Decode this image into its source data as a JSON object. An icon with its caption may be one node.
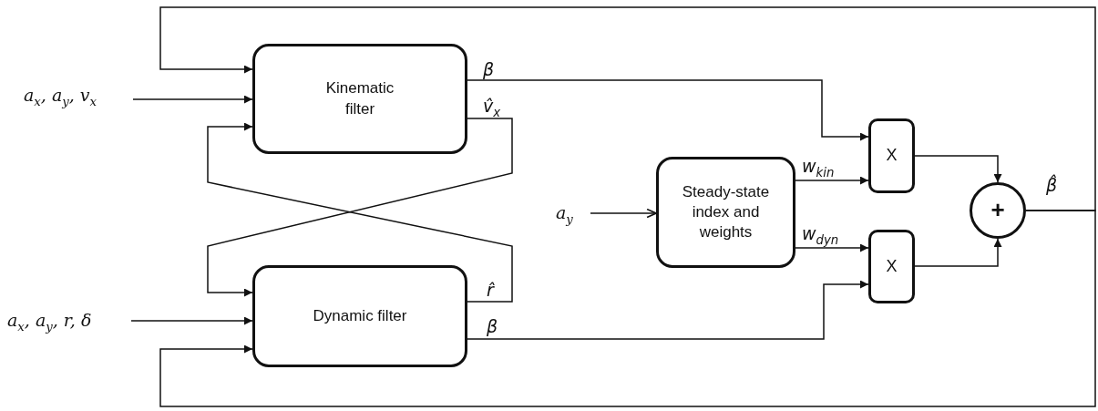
{
  "diagram": {
    "nodes": [
      {
        "text": [
          "Kinematic filter"
        ]
      },
      {
        "text": [
          "Dynamic filter"
        ]
      },
      {
        "text": [
          "Steady-state index and weights"
        ]
      },
      {
        "text": [
          "X"
        ]
      },
      {
        "text": [
          "X"
        ]
      },
      {
        "text": [
          "+"
        ]
      },
      {
        "text": [
          "a$_{x}$, a$_{y}$, v$_{x}$"
        ]
      },
      {
        "text": [
          "a$_{x}$, a$_{y}$, r, δ"
        ]
      },
      {
        "text": [
          "a$_{y}$"
        ]
      }
    ],
    "edges": [
      {
        "from": 6,
        "to": 0,
        "arrow": "to"
      },
      {
        "from": 7,
        "to": 1,
        "arrow": "to"
      },
      {
        "from": 8,
        "to": 2,
        "arrow": "to"
      },
      {
        "from": 0,
        "to": 3,
        "arrow": "to",
        "label": "β"
      },
      {
        "from": 0,
        "to": 1,
        "arrow": "to",
        "label": "v̂$_{x}$"
      },
      {
        "from": 1,
        "to": 0,
        "arrow": "to",
        "label": "r̂"
      },
      {
        "from": 1,
        "to": 4,
        "arrow": "to",
        "label": "β"
      },
      {
        "from": 2,
        "to": 3,
        "arrow": "to",
        "label": "w$_{kin}$"
      },
      {
        "from": 2,
        "to": 4,
        "arrow": "to",
        "label": "w$_{dyn}$"
      },
      {
        "from": 3,
        "to": 5,
        "arrow": "to"
      },
      {
        "from": 4,
        "to": 5,
        "arrow": "to"
      },
      {
        "from": 5,
        "to": 0,
        "arrow": "to",
        "label": "β̂"
      },
      {
        "from": 5,
        "to": 1,
        "arrow": "to"
      }
    ]
  }
}
